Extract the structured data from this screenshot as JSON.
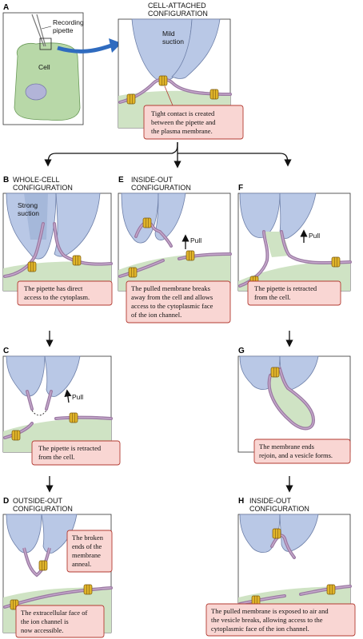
{
  "panels": {
    "A": {
      "letter": "A",
      "label_pipette": "Recording",
      "label_pipette2": "pipette",
      "label_cell": "Cell"
    },
    "cell_attached": {
      "heading1": "CELL-ATTACHED",
      "heading2": "CONFIGURATION",
      "suction1": "Mild",
      "suction2": "suction",
      "callout": [
        "Tight contact is created",
        "between the pipette and",
        "the plasma membrane."
      ]
    },
    "B": {
      "letter": "B",
      "heading1": "WHOLE-CELL",
      "heading2": "CONFIGURATION",
      "suction1": "Strong",
      "suction2": "suction",
      "callout": [
        "The pipette has direct",
        "access to the cytoplasm."
      ]
    },
    "E": {
      "letter": "E",
      "heading1": "INSIDE-OUT",
      "heading2": "CONFIGURATION",
      "pull": "Pull",
      "callout": [
        "The pulled membrane  breaks",
        "away from the cell and allows",
        "access to the cytoplasmic face",
        "of the ion channel."
      ]
    },
    "F": {
      "letter": "F",
      "pull": "Pull",
      "callout": [
        "The pipette is retracted",
        "from the cell."
      ]
    },
    "C": {
      "letter": "C",
      "pull": "Pull",
      "callout": [
        "The pipette is retracted",
        "from the cell."
      ]
    },
    "G": {
      "letter": "G",
      "callout": [
        "The membrane ends",
        "rejoin, and a vesicle forms."
      ]
    },
    "D": {
      "letter": "D",
      "heading1": "OUTSIDE-OUT",
      "heading2": "CONFIGURATION",
      "callout_top": [
        "The broken",
        "ends of the",
        "membrane",
        "anneal."
      ],
      "callout_bottom": [
        "The extracellular face of",
        "the ion channel is",
        "now accessible."
      ]
    },
    "H": {
      "letter": "H",
      "heading1": "INSIDE-OUT",
      "heading2": "CONFIGURATION",
      "callout": [
        "The pulled membrane is exposed to air and",
        "the vesicle breaks, allowing access to the",
        "cytoplasmic face of the ion channel."
      ]
    }
  }
}
